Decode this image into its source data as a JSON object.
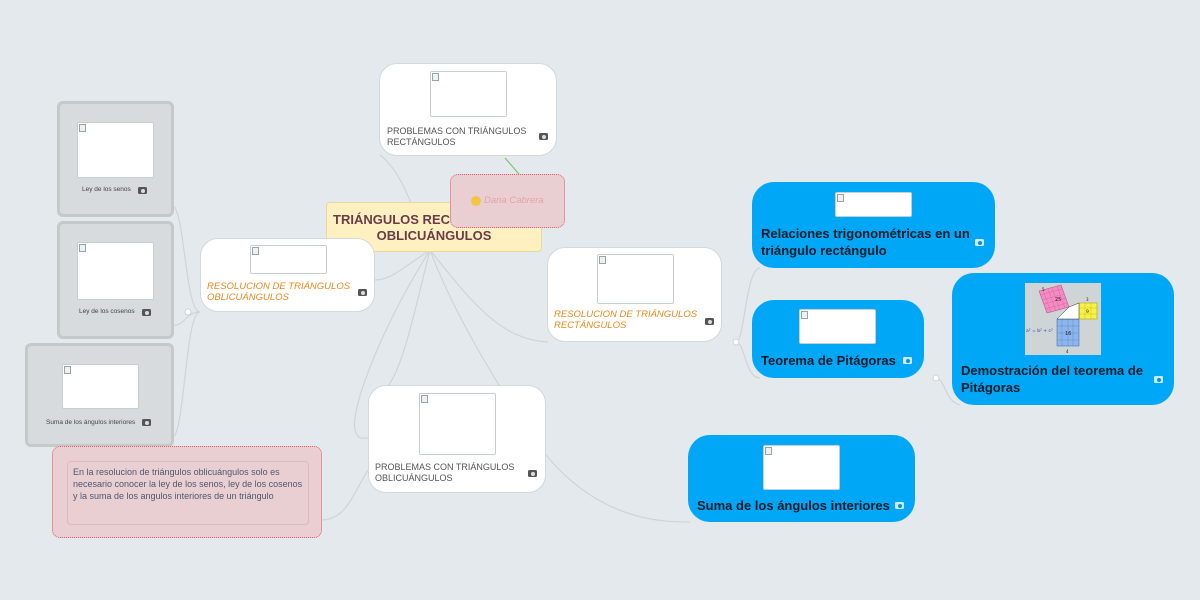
{
  "central": {
    "title": "TRIÁNGULOS RECTÁNGULOS Y OBLICUÁNGULOS"
  },
  "author": {
    "name": "Dana Cabrera"
  },
  "nodes": {
    "problemas_rect": "PROBLEMAS CON TRIÁNGULOS RECTÁNGULOS",
    "problemas_obl": "PROBLEMAS CON TRIÁNGULOS OBLICUÁNGULOS",
    "resol_obl": "RESOLUCION DE TRIÁNGULOS OBLICUÁNGULOS",
    "resol_rect": "RESOLUCION DE TRIÁNGULOS RECTÁNGULOS",
    "ley_senos": "Ley de los senos",
    "ley_cosenos": "Ley de los cosenos",
    "suma_int_small": "Suma de los ángulos interiores",
    "relaciones": "Relaciones trigonométricas en un triángulo rectángulo",
    "teorema": "Teorema de Pitágoras",
    "demostracion": "Demostración del teorema de Pitágoras",
    "suma_int": "Suma de los ángulos interiores",
    "note": "En la resolucion de triángulos oblicuángulos  solo es necesario conocer la ley de los senos, ley de los cosenos y la suma de los angulos interiores de un triángulo"
  },
  "pythagoras_figure": {
    "square_values": [
      "25",
      "9",
      "16"
    ],
    "side_labels": [
      "5",
      "3",
      "4"
    ],
    "formula": "a² = b² + c²"
  },
  "colors": {
    "background": "#e3e9ec",
    "blue_node": "#00a7f7",
    "central_node": "#fff0c2",
    "note_node": "#e9cfd2",
    "orange_label": "#e88a1e"
  },
  "icons": [
    "image-icon",
    "smiley-icon"
  ]
}
